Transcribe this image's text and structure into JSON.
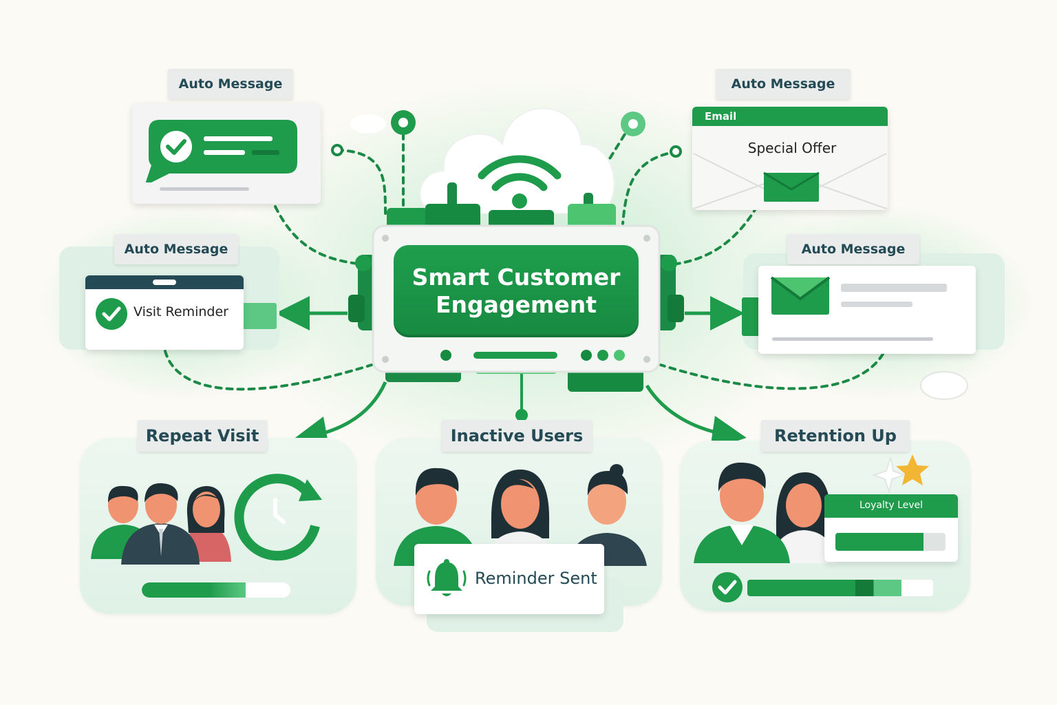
{
  "hub": {
    "title_line1": "Smart Customer",
    "title_line2": "Engagement"
  },
  "top_left": {
    "tag": "Auto Message"
  },
  "top_right": {
    "tag": "Auto Message",
    "header": "Email",
    "subject": "Special Offer"
  },
  "mid_left": {
    "tag": "Auto Message",
    "text": "Visit Reminder"
  },
  "mid_right": {
    "tag": "Auto Message"
  },
  "repeat_visit": {
    "title": "Repeat Visit",
    "progress": 0.7
  },
  "inactive_users": {
    "title": "Inactive Users",
    "notice": "Reminder Sent"
  },
  "retention": {
    "title": "Retention Up",
    "loyalty_label": "Loyalty Level",
    "loyalty_progress": 0.8,
    "retention_progress": 0.83
  },
  "colors": {
    "primary_green": "#1e9b4b",
    "light_green": "#4cc470",
    "dark_teal": "#234a55",
    "background": "#fbfaf4"
  },
  "icons": [
    "check-icon",
    "envelope-icon",
    "bell-icon",
    "refresh-clock-icon",
    "star-icon",
    "wifi-icon",
    "cloud-icon"
  ]
}
